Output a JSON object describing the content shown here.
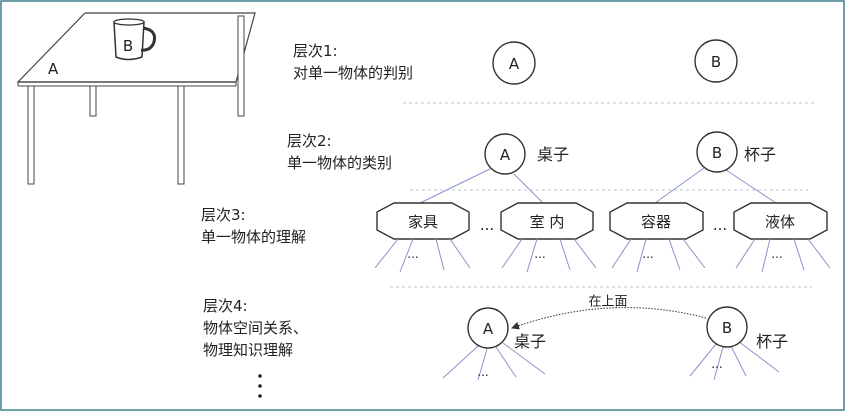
{
  "frame_color": "#3f7f8c",
  "levels": [
    {
      "title": "层次1:",
      "desc": [
        "对单一物体的判别"
      ]
    },
    {
      "title": "层次2:",
      "desc": [
        "单一物体的类别"
      ]
    },
    {
      "title": "层次3:",
      "desc": [
        "单一物体的理解"
      ]
    },
    {
      "title": "层次4:",
      "desc": [
        "物体空间关系、",
        "物理知识理解"
      ]
    }
  ],
  "table_label": "A",
  "cup_label": "B",
  "nodes": {
    "a": "A",
    "b": "B"
  },
  "categories": {
    "a": "桌子",
    "b": "杯子"
  },
  "attributes": [
    "家具",
    "室 内",
    "容器",
    "液体"
  ],
  "ellipsis": "...",
  "relation": "在上面"
}
